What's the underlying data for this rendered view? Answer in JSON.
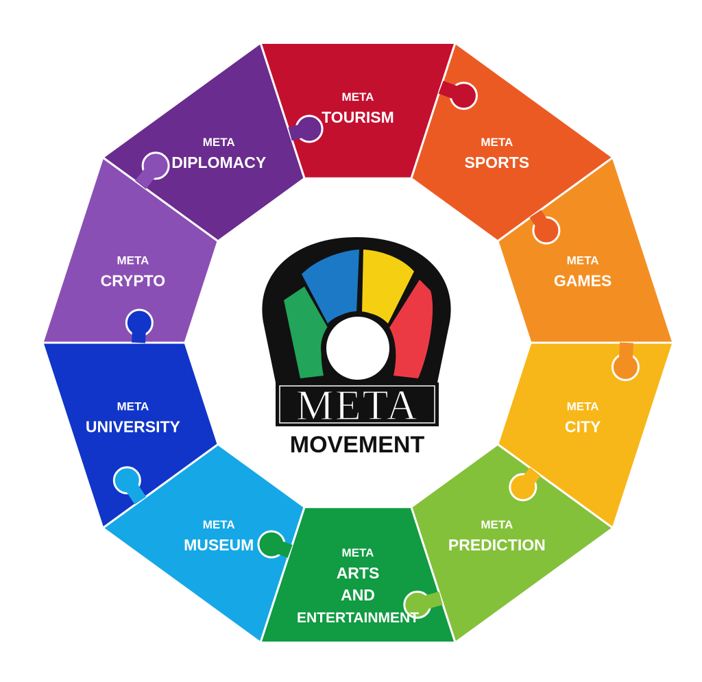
{
  "segments": [
    {
      "id": "tourism",
      "prefix": "META",
      "lines": [
        "TOURISM"
      ],
      "color": "#c4102f"
    },
    {
      "id": "sports",
      "prefix": "META",
      "lines": [
        "SPORTS"
      ],
      "color": "#ec5a24"
    },
    {
      "id": "games",
      "prefix": "META",
      "lines": [
        "GAMES"
      ],
      "color": "#f38f22"
    },
    {
      "id": "city",
      "prefix": "META",
      "lines": [
        "CITY"
      ],
      "color": "#f7b718"
    },
    {
      "id": "prediction",
      "prefix": "META",
      "lines": [
        "PREDICTION"
      ],
      "color": "#84c13a"
    },
    {
      "id": "arts-and-entertainment",
      "prefix": "META",
      "lines": [
        "ARTS",
        "AND",
        "ENTERTAINMENT"
      ],
      "color": "#119b43"
    },
    {
      "id": "museum",
      "prefix": "META",
      "lines": [
        "MUSEUM"
      ],
      "color": "#16a8e6"
    },
    {
      "id": "university",
      "prefix": "META",
      "lines": [
        "UNIVERSITY"
      ],
      "color": "#1035c8"
    },
    {
      "id": "crypto",
      "prefix": "META",
      "lines": [
        "CRYPTO"
      ],
      "color": "#8a4fb4"
    },
    {
      "id": "diplomacy",
      "prefix": "META",
      "lines": [
        "DIPLOMACY"
      ],
      "color": "#6a2c8e"
    }
  ],
  "logo": {
    "word": "META",
    "subtitle": "MOVEMENT",
    "fan_colors": {
      "green": "#22a45a",
      "blue": "#1b79c6",
      "yellow": "#f5d012",
      "red": "#ec3a45",
      "outline": "#111111"
    }
  }
}
